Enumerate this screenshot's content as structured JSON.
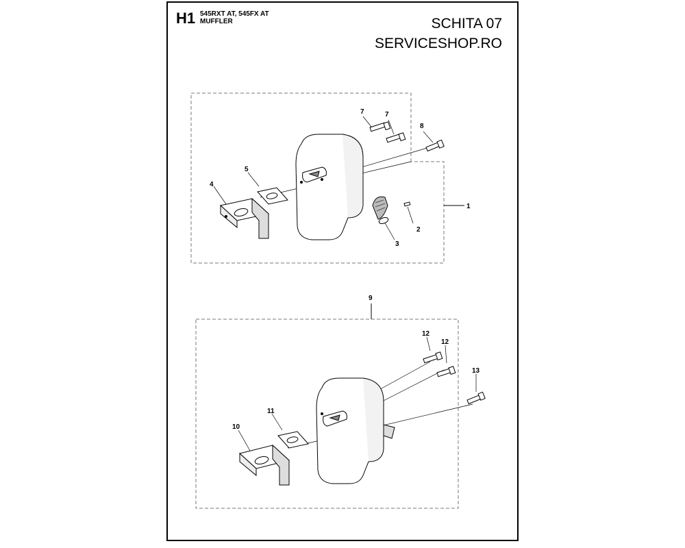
{
  "header": {
    "section_code": "H1",
    "models": "545RXT AT, 545FX AT",
    "part_group": "MUFFLER",
    "sheet_label": "SCHITA 07",
    "shop": "SERVICESHOP.RO"
  },
  "callouts": {
    "c1": "1",
    "c2": "2",
    "c3": "3",
    "c4": "4",
    "c5": "5",
    "c7a": "7",
    "c7b": "7",
    "c8": "8",
    "c9": "9",
    "c10": "10",
    "c11": "11",
    "c12a": "12",
    "c12b": "12",
    "c13": "13"
  },
  "colors": {
    "line": "#000000",
    "fill": "#ffffff",
    "shade": "#cccccc",
    "dashed": "#888888"
  }
}
